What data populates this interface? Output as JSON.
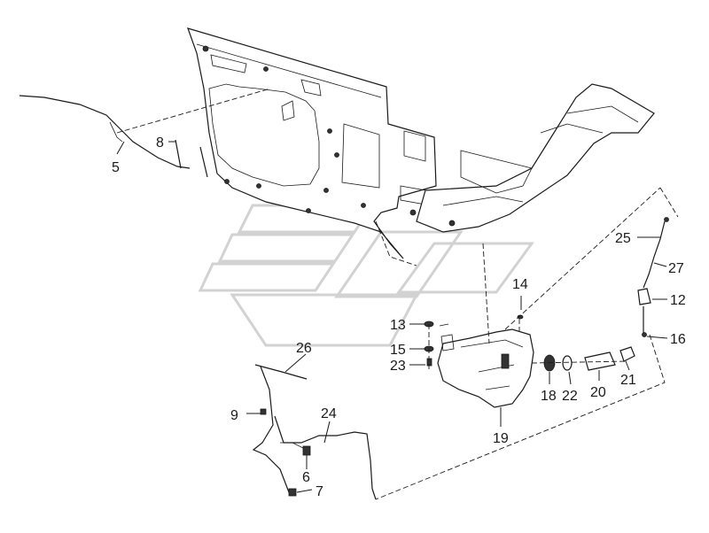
{
  "callouts": [
    {
      "id": "c5",
      "label": "5"
    },
    {
      "id": "c8",
      "label": "8"
    },
    {
      "id": "c25",
      "label": "25"
    },
    {
      "id": "c27",
      "label": "27"
    },
    {
      "id": "c12",
      "label": "12"
    },
    {
      "id": "c16",
      "label": "16"
    },
    {
      "id": "c14",
      "label": "14"
    },
    {
      "id": "c13",
      "label": "13"
    },
    {
      "id": "c15",
      "label": "15"
    },
    {
      "id": "c23",
      "label": "23"
    },
    {
      "id": "c26",
      "label": "26"
    },
    {
      "id": "c18",
      "label": "18"
    },
    {
      "id": "c22",
      "label": "22"
    },
    {
      "id": "c20",
      "label": "20"
    },
    {
      "id": "c21",
      "label": "21"
    },
    {
      "id": "c19",
      "label": "19"
    },
    {
      "id": "c9",
      "label": "9"
    },
    {
      "id": "c24",
      "label": "24"
    },
    {
      "id": "c6",
      "label": "6"
    },
    {
      "id": "c7",
      "label": "7"
    }
  ]
}
